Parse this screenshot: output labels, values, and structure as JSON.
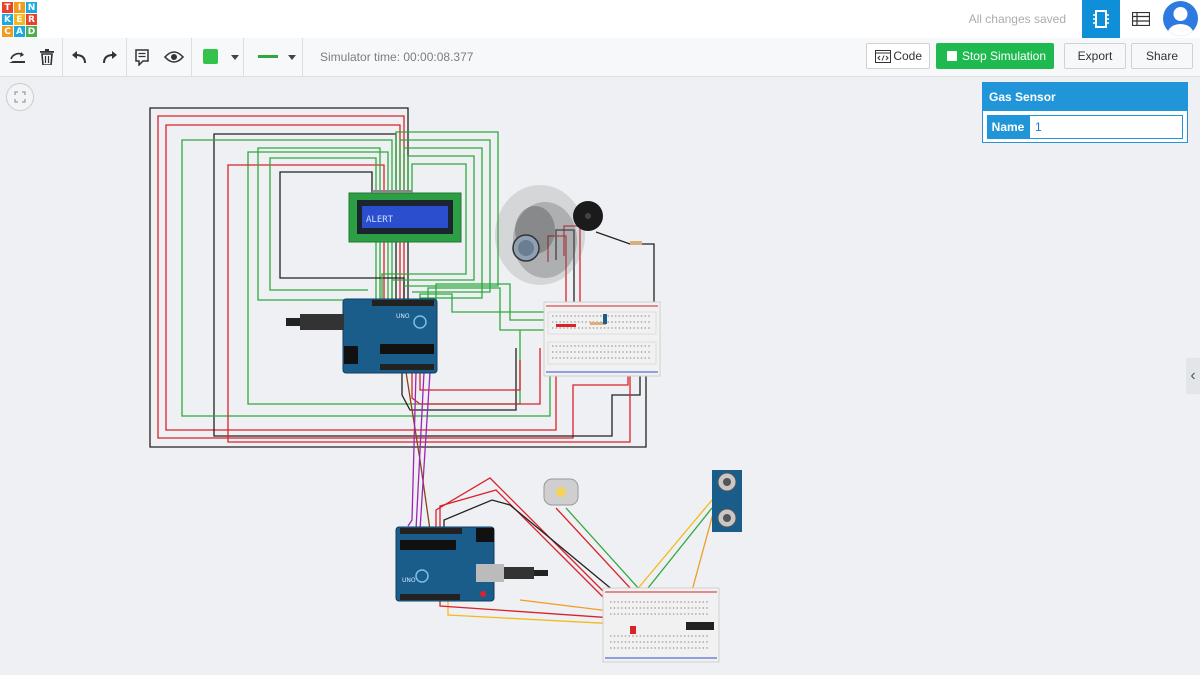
{
  "app": {
    "logo_letters": [
      "T",
      "I",
      "N",
      "K",
      "E",
      "R",
      "C",
      "A",
      "D"
    ],
    "save_status": "All changes saved"
  },
  "colors": {
    "accent": "#2095d8",
    "stop_button": "#1fba4f",
    "wire_green": "#2fa83e",
    "wire_red": "#d8232a",
    "wire_black": "#222222",
    "arduino_blue": "#1b5d8a"
  },
  "toolbar": {
    "simulator_time": "Simulator time: 00:00:08.377",
    "code_label": "Code",
    "stop_label": "Stop Simulation",
    "export_label": "Export",
    "share_label": "Share"
  },
  "inspector": {
    "title": "Gas Sensor",
    "name_label": "Name",
    "name_value": "1"
  },
  "lcd": {
    "text": "ALERT"
  },
  "icons": [
    "rotate-icon",
    "delete-icon",
    "undo-icon",
    "redo-icon",
    "notes-icon",
    "visibility-icon",
    "fit-view-icon",
    "circuit-view-icon",
    "component-list-icon",
    "code-icon",
    "collapse-panel-icon"
  ]
}
